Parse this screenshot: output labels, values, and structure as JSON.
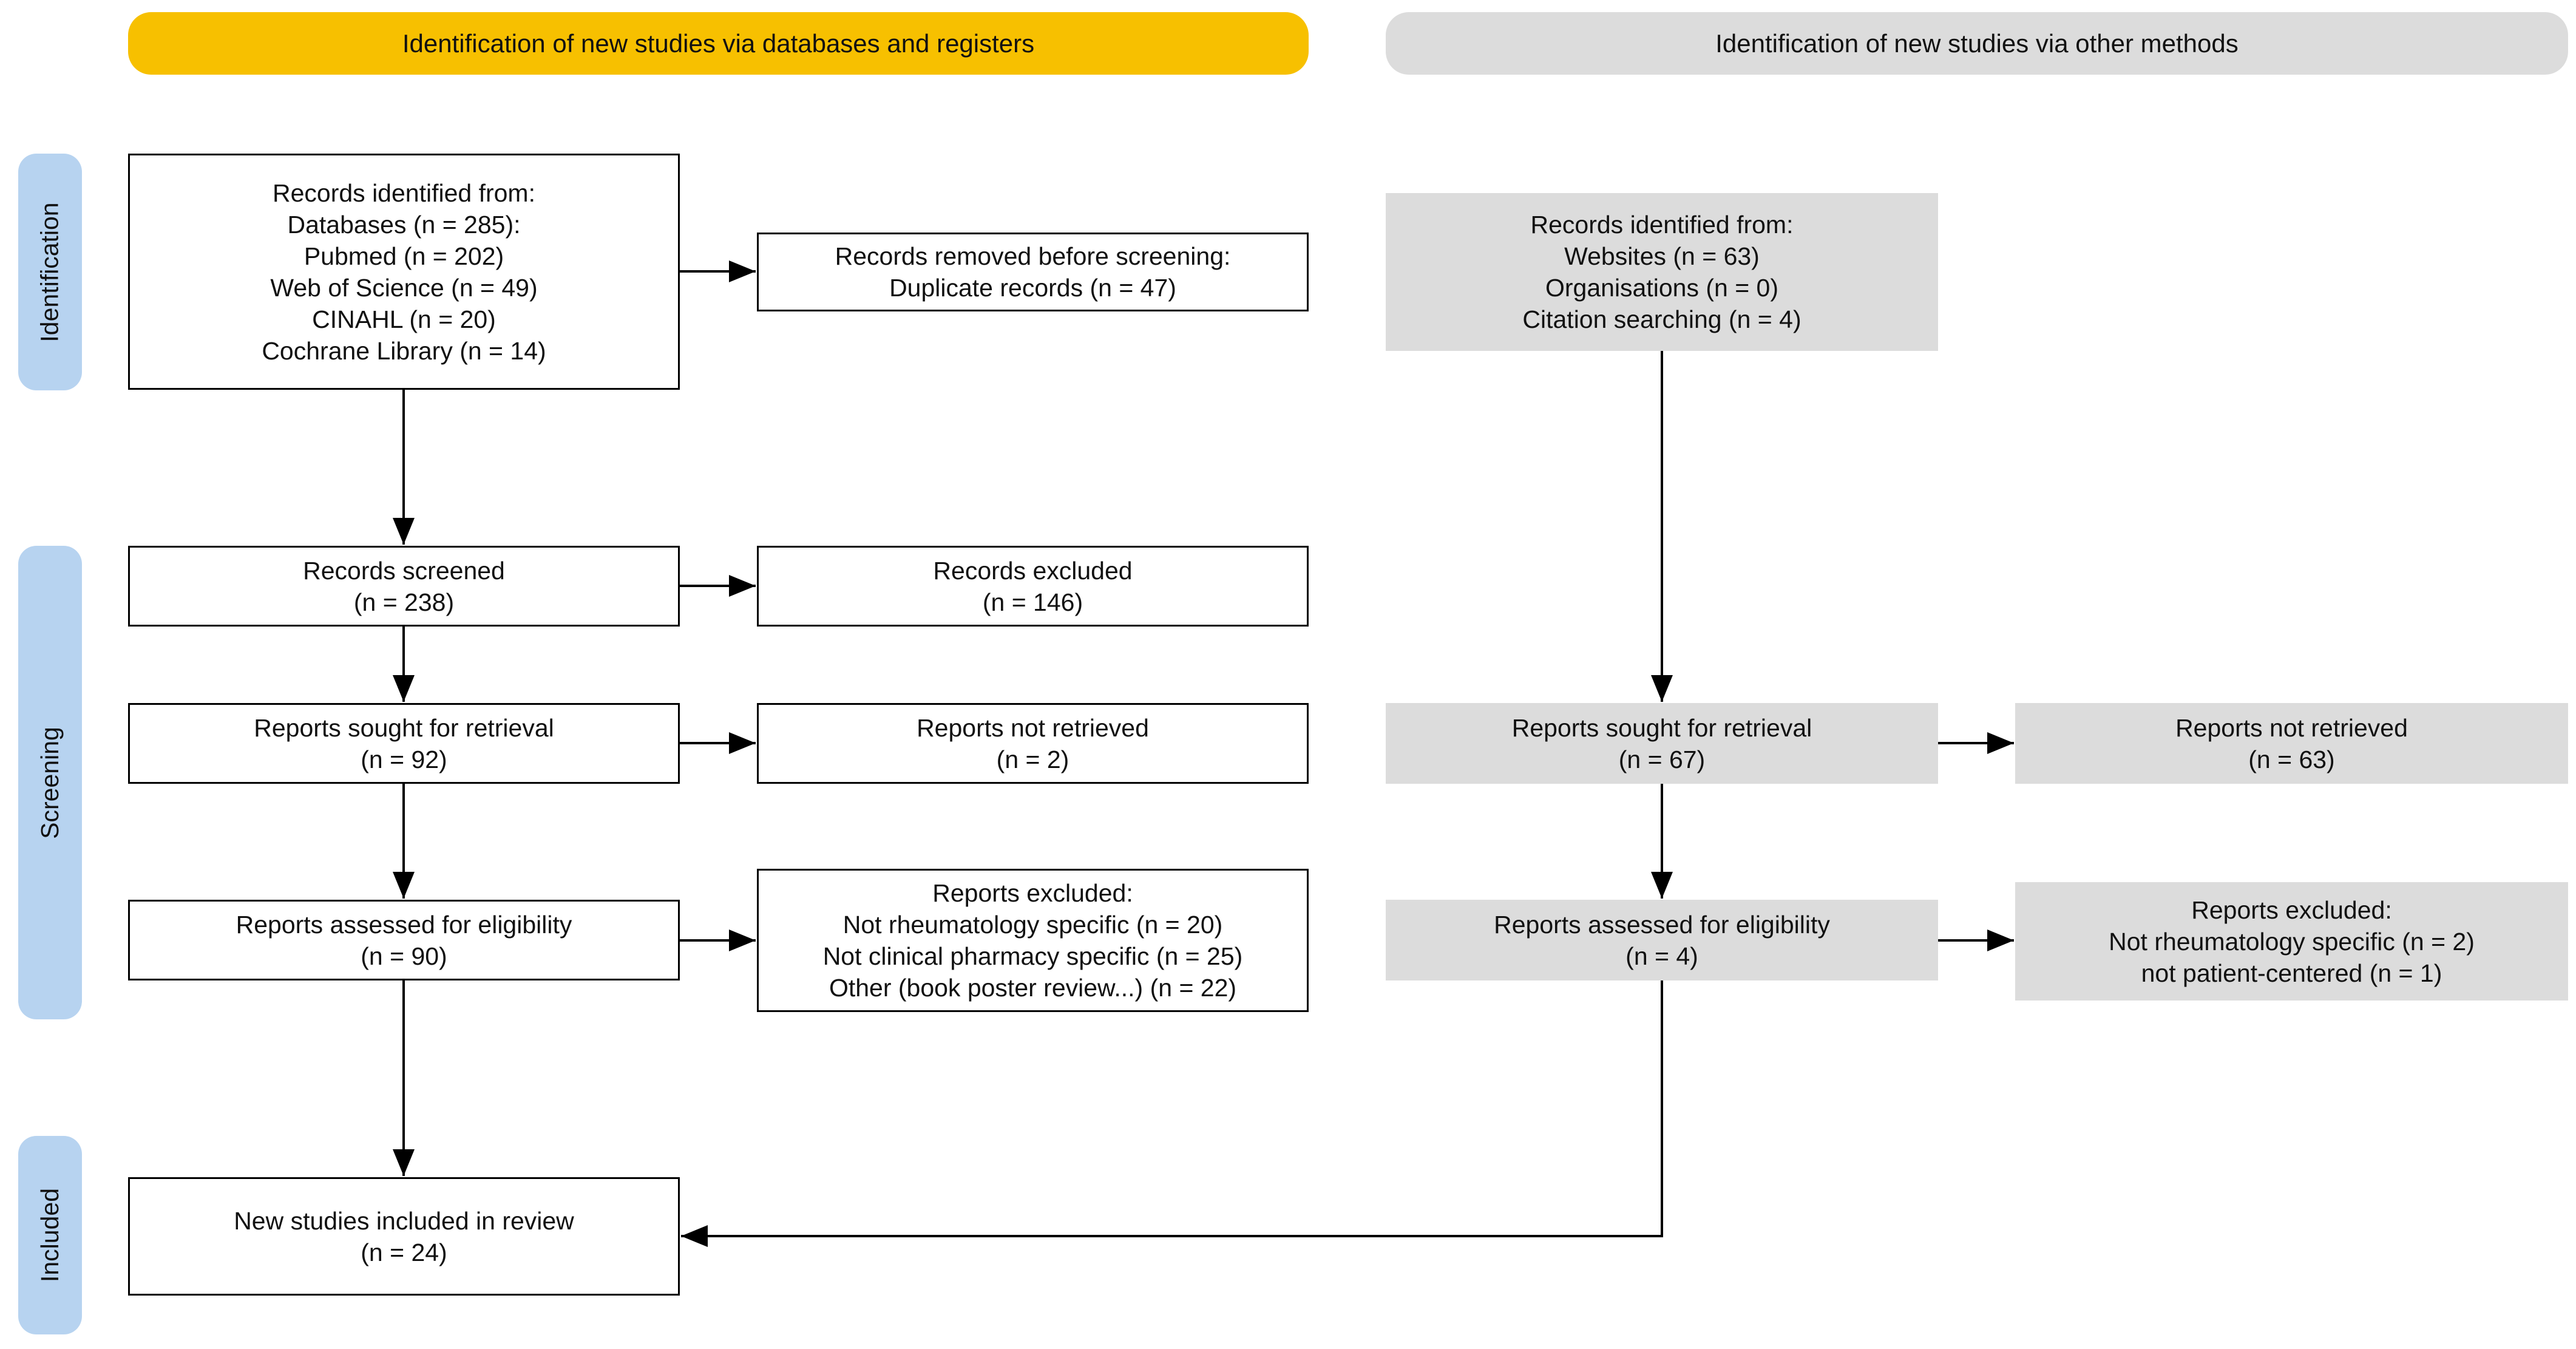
{
  "headers": {
    "databases": "Identification of new studies via databases and registers",
    "other": "Identification of new studies via other methods"
  },
  "phases": {
    "identification": "Identification",
    "screening": "Screening",
    "included": "Included"
  },
  "db": {
    "identified": {
      "title": "Records identified from:",
      "lines": [
        "Databases (n = 285):",
        "Pubmed (n = 202)",
        "Web of Science (n = 49)",
        "CINAHL (n = 20)",
        "Cochrane Library (n = 14)"
      ]
    },
    "removed": {
      "title": "Records removed before screening:",
      "lines": [
        "Duplicate records (n = 47)"
      ]
    },
    "screened": {
      "title": "Records screened",
      "lines": [
        "(n = 238)"
      ]
    },
    "excluded": {
      "title": "Records excluded",
      "lines": [
        "(n = 146)"
      ]
    },
    "sought": {
      "title": "Reports sought for retrieval",
      "lines": [
        "(n = 92)"
      ]
    },
    "not_retrieved": {
      "title": "Reports not retrieved",
      "lines": [
        "(n = 2)"
      ]
    },
    "assessed": {
      "title": "Reports assessed for eligibility",
      "lines": [
        "(n = 90)"
      ]
    },
    "reports_excluded": {
      "title": "Reports excluded:",
      "lines": [
        "Not rheumatology specific (n = 20)",
        "Not clinical pharmacy specific (n = 25)",
        "Other (book poster review...) (n = 22)"
      ]
    },
    "included": {
      "title": "New studies included in review",
      "lines": [
        "(n = 24)"
      ]
    }
  },
  "other": {
    "identified": {
      "title": "Records identified from:",
      "lines": [
        "Websites (n = 63)",
        "Organisations (n = 0)",
        "Citation searching (n = 4)"
      ]
    },
    "sought": {
      "title": "Reports sought for retrieval",
      "lines": [
        "(n = 67)"
      ]
    },
    "not_retrieved": {
      "title": "Reports not retrieved",
      "lines": [
        "(n = 63)"
      ]
    },
    "assessed": {
      "title": "Reports assessed for eligibility",
      "lines": [
        "(n = 4)"
      ]
    },
    "reports_excluded": {
      "title": "Reports excluded:",
      "lines": [
        "Not rheumatology specific (n = 2)",
        "not patient-centered (n = 1)"
      ]
    }
  },
  "colors": {
    "header_databases": "#f7c000",
    "header_other": "#dcdcdc",
    "phase_label": "#b7d3f0",
    "grey_box": "#dcdcdc"
  }
}
